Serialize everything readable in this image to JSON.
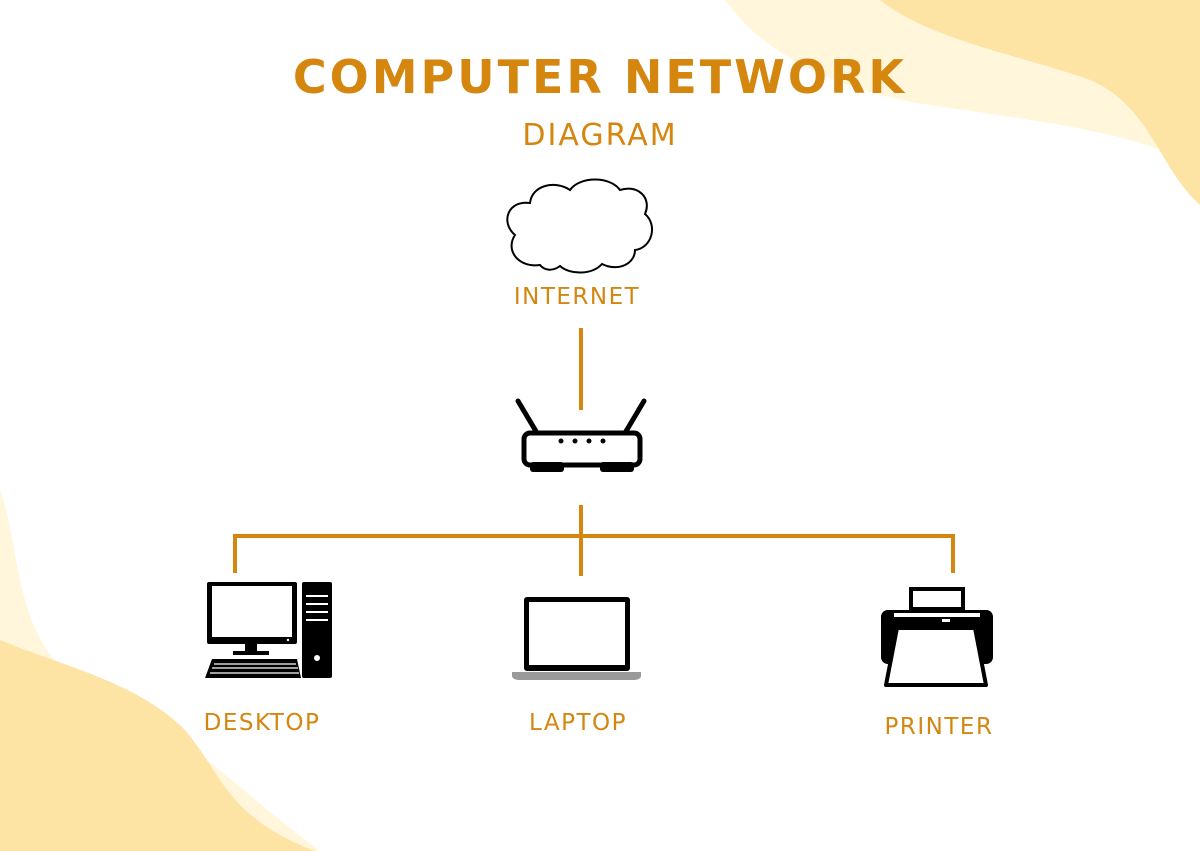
{
  "title": "COMPUTER NETWORK",
  "subtitle": "DIAGRAM",
  "nodes": {
    "internet": {
      "label": "INTERNET",
      "icon": "cloud-icon"
    },
    "router": {
      "label": "",
      "icon": "router-icon"
    },
    "desktop": {
      "label": "DESKTOP",
      "icon": "desktop-computer-icon"
    },
    "laptop": {
      "label": "LAPTOP",
      "icon": "laptop-icon"
    },
    "printer": {
      "label": "PRINTER",
      "icon": "printer-icon"
    }
  },
  "edges": [
    [
      "internet",
      "router"
    ],
    [
      "router",
      "desktop"
    ],
    [
      "router",
      "laptop"
    ],
    [
      "router",
      "printer"
    ]
  ],
  "colors": {
    "accent": "#d4860f",
    "blob": "#fde4a5",
    "blob_light": "#fff5d8",
    "icon": "#000000"
  }
}
